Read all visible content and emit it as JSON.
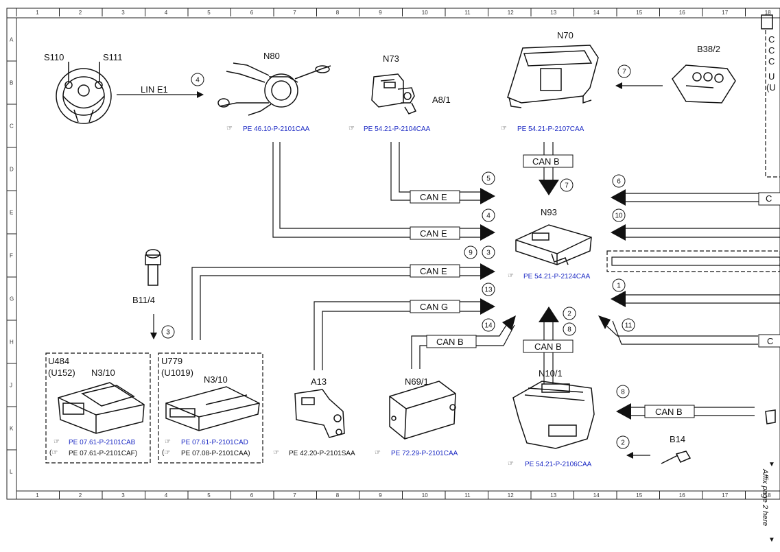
{
  "ruler": {
    "columns": [
      "1",
      "2",
      "3",
      "4",
      "5",
      "6",
      "7",
      "8",
      "9",
      "10",
      "11",
      "12",
      "13",
      "14",
      "15",
      "16",
      "17",
      "18"
    ],
    "rows": [
      "A",
      "B",
      "C",
      "D",
      "E",
      "F",
      "G",
      "H",
      "J",
      "K",
      "L"
    ]
  },
  "components": {
    "s110": "S110",
    "s111": "S111",
    "n80": "N80",
    "n73": "N73",
    "a8_1": "A8/1",
    "n70": "N70",
    "b38_2": "B38/2",
    "n93": "N93",
    "b11_4": "B11/4",
    "u484": "U484",
    "u152": "(U152)",
    "n3_10_left": "N3/10",
    "u779": "U779",
    "u1019": "(U1019)",
    "n3_10_right": "N3/10",
    "a13": "A13",
    "n69_1": "N69/1",
    "n10_1": "N10/1",
    "b14": "B14"
  },
  "bus_labels": {
    "lin_e1": "LIN E1",
    "can_b_n70": "CAN B",
    "can_e_n73": "CAN E",
    "can_e_n80": "CAN E",
    "can_e_b11": "CAN E",
    "can_g": "CAN G",
    "can_b_n69": "CAN B",
    "can_b_n10": "CAN B",
    "can_b_right": "CAN B"
  },
  "refs": {
    "n80": "PE 46.10-P-2101CAA",
    "n73": "PE 54.21-P-2104CAA",
    "n70": "PE 54.21-P-2107CAA",
    "n93": "PE 54.21-P-2124CAA",
    "u484_a": "PE 07.61-P-2101CAB",
    "u484_b": "PE 07.61-P-2101CAF)",
    "u779_a": "PE 07.61-P-2101CAD",
    "u779_b": "PE 07.08-P-2101CAA)",
    "a13": "PE 42.20-P-2101SAA",
    "n69": "PE 72.29-P-2101CAA",
    "n10": "PE 54.21-P-2106CAA"
  },
  "markers": {
    "m4_lin": "4",
    "m7_b38": "7",
    "m7_n70": "7",
    "m5": "5",
    "m6": "6",
    "m4_can": "4",
    "m10": "10",
    "m9": "9",
    "m3_n93": "3",
    "m3_b11": "3",
    "m13": "13",
    "m1": "1",
    "m14": "14",
    "m2_n93": "2",
    "m8_n93": "8",
    "m11": "11",
    "m8_n10": "8",
    "m2_b14": "2"
  },
  "edge_text": {
    "affix": "Affix page 2 here"
  },
  "colors": {
    "line": "#111111",
    "ref_link": "#1c2ac4"
  }
}
